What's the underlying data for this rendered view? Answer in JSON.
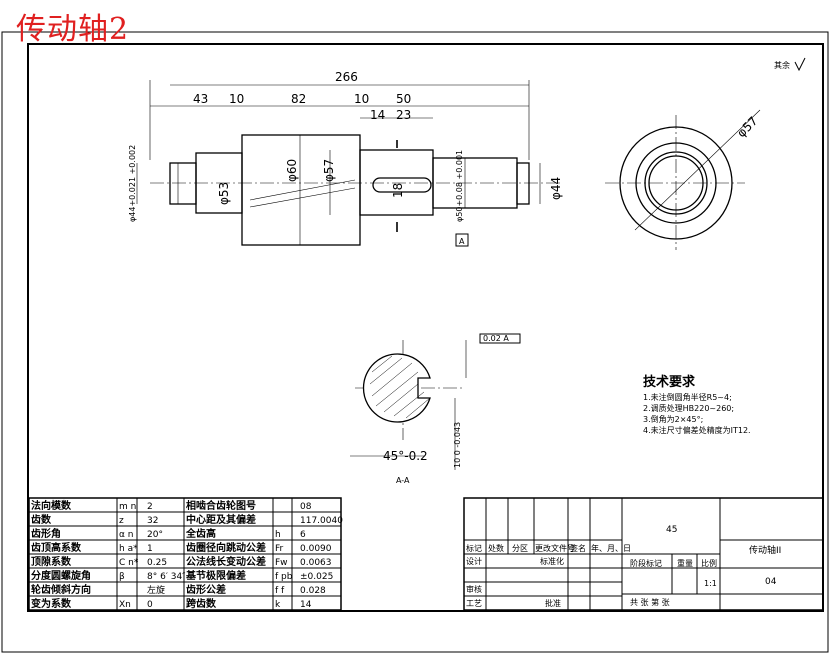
{
  "title": "传动轴2",
  "roughness_note": "其余",
  "dims": {
    "overall": "266",
    "d43": "43",
    "d10a": "10",
    "d82": "82",
    "d10b": "10",
    "d50": "50",
    "d14": "14",
    "d23": "23",
    "dia44_tol": "φ44+0.021 +0.002",
    "dia53": "φ53",
    "dia60": "φ60",
    "dia57": "φ57",
    "keyway18": "18",
    "dia50_tol": "φ50+0.08 +0.001",
    "dia44": "φ44",
    "end_dia57": "φ57",
    "datum": "A",
    "section_angle": "45°-0.2",
    "section_depth": "10 0 -0.043",
    "section_label": "A-A",
    "tolerance_frame": "0.02 A"
  },
  "requirements": {
    "heading": "技术要求",
    "items": [
      "1.未注倒圆角半径R5~4;",
      "2.调质处理HB220~260;",
      "3.倒角为2×45°;",
      "4.未注尺寸偏差处精度为IT12."
    ]
  },
  "gear_table": [
    [
      "法向模数",
      "m n",
      "2",
      "相啮合齿轮图号",
      "",
      "08"
    ],
    [
      "齿数",
      "z",
      "32",
      "中心距及其偏差",
      "",
      "117.0040"
    ],
    [
      "齿形角",
      "α n",
      "20°",
      "全齿高",
      "h",
      "6"
    ],
    [
      "齿顶高系数",
      "h a*",
      "1",
      "齿圈径向跳动公差",
      "Fr",
      "0.0090"
    ],
    [
      "顶隙系数",
      "C n*",
      "0.25",
      "公法线长变动公差",
      "Fw",
      "0.0063"
    ],
    [
      "分度圆螺旋角",
      "β",
      "8° 6′ 34″",
      "基节极限偏差",
      "f pb",
      "±0.025"
    ],
    [
      "轮齿倾斜方向",
      "",
      "左旋",
      "齿形公差",
      "f f",
      "0.028"
    ],
    [
      "变为系数",
      "Xn",
      "0",
      "跨齿数",
      "k",
      "14"
    ]
  ],
  "title_block": {
    "material": "45",
    "part_name": "传动轴II",
    "drawing_no": "04",
    "scale": "1:1",
    "h_mark": "标记",
    "h_count": "处数",
    "h_zone": "分区",
    "h_doc": "更改文件号",
    "h_sign": "签名",
    "h_date": "年、月、日",
    "design": "设计",
    "standard": "标准化",
    "stage": "阶段标记",
    "weight": "重量",
    "ratio": "比例",
    "review": "审核",
    "process": "工艺",
    "approve": "批准",
    "sheets": "共    张    第    张"
  }
}
